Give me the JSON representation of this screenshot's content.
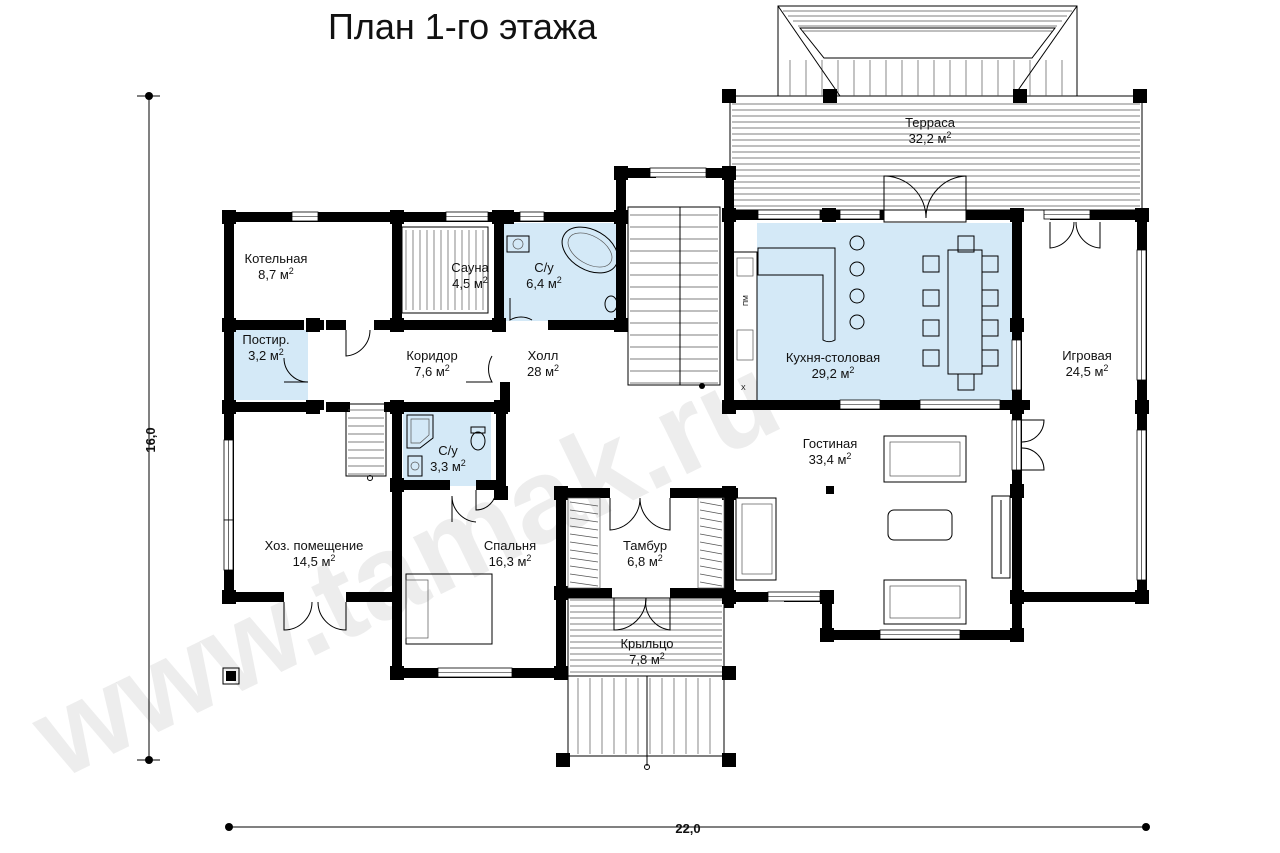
{
  "title": "План 1-го этажа",
  "watermark": "www.tamak.ru",
  "dimensions": {
    "width": "22,0",
    "height": "16,0"
  },
  "unit_area": "м",
  "unit_sup": "2",
  "colors": {
    "wet": "#d4e9f7",
    "wall": "#000000",
    "background": "#ffffff"
  },
  "rooms": [
    {
      "id": "kotelnaya",
      "name": "Котельная",
      "area": "8,7"
    },
    {
      "id": "sauna",
      "name": "Сауна",
      "area": "4,5"
    },
    {
      "id": "su1",
      "name": "С/у",
      "area": "6,4"
    },
    {
      "id": "postir",
      "name": "Постир.",
      "area": "3,2"
    },
    {
      "id": "koridor",
      "name": "Коридор",
      "area": "7,6"
    },
    {
      "id": "holl",
      "name": "Холл",
      "area": "28"
    },
    {
      "id": "su2",
      "name": "С/у",
      "area": "3,3"
    },
    {
      "id": "hoz",
      "name": "Хоз. помещение",
      "area": "14,5"
    },
    {
      "id": "spalnya",
      "name": "Спальня",
      "area": "16,3"
    },
    {
      "id": "tambur",
      "name": "Тамбур",
      "area": "6,8"
    },
    {
      "id": "kryltso",
      "name": "Крыльцо",
      "area": "7,8"
    },
    {
      "id": "terrasa",
      "name": "Терраса",
      "area": "32,2"
    },
    {
      "id": "kuhnya",
      "name": "Кухня-столовая",
      "area": "29,2"
    },
    {
      "id": "gostinaya",
      "name": "Гостиная",
      "area": "33,4"
    },
    {
      "id": "igrovaya",
      "name": "Игровая",
      "area": "24,5"
    }
  ],
  "appliance_labels": {
    "dishwasher": "ПМ",
    "fridge": "Х"
  }
}
